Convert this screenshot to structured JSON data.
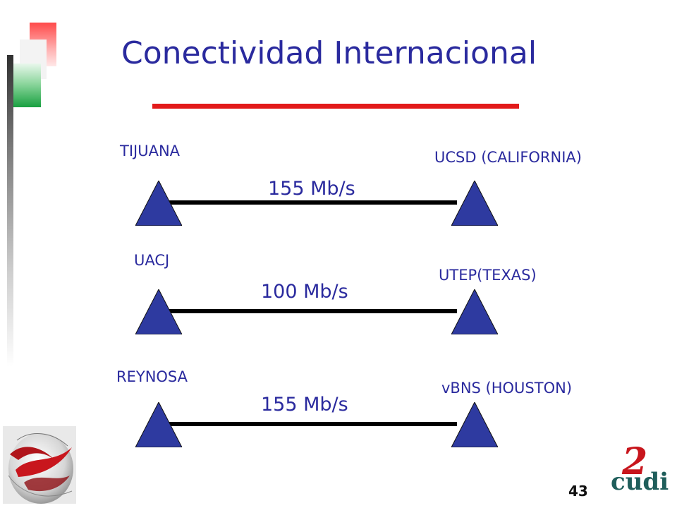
{
  "slide": {
    "title": "Conectividad Internacional",
    "page_number": "43"
  },
  "links": [
    {
      "left_site": "TIJUANA",
      "right_site": "UCSD (CALIFORNIA)",
      "speed": "155 Mb/s"
    },
    {
      "left_site": "UACJ",
      "right_site": "UTEP(TEXAS)",
      "speed": "100 Mb/s"
    },
    {
      "left_site": "REYNOSA",
      "right_site": "vBNS (HOUSTON)",
      "speed": "155 Mb/s"
    }
  ],
  "logo": {
    "text": "cudi",
    "mark": "2"
  },
  "colors": {
    "title": "#2a2a9e",
    "rule": "#e21a1a",
    "triangle": "#2e3aa0",
    "logo_red": "#c8161d",
    "logo_teal": "#1f5e5b"
  }
}
